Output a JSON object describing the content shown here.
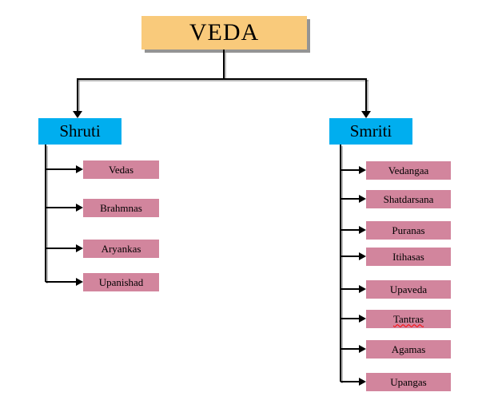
{
  "diagram": {
    "type": "tree",
    "title": "VEDA classification chart"
  },
  "colors": {
    "background": "#FFFFFF",
    "root-fill": "#F9CA7B",
    "branch-fill": "#00AEEF",
    "leaf-fill": "#D2859D",
    "line": "#000000",
    "shadow": "#949494",
    "text": "#000000",
    "spellcheck-underline": "#FF0000"
  },
  "root": {
    "label": "VEDA"
  },
  "branches": [
    {
      "label": "Shruti",
      "children": [
        {
          "label": "Vedas"
        },
        {
          "label": "Brahmnas"
        },
        {
          "label": "Aryankas"
        },
        {
          "label": "Upanishad"
        }
      ]
    },
    {
      "label": "Smriti",
      "children": [
        {
          "label": "Vedangaa"
        },
        {
          "label": "Shatdarsana"
        },
        {
          "label": "Puranas"
        },
        {
          "label": "Itihasas"
        },
        {
          "label": "Upaveda"
        },
        {
          "label": "Tantras"
        },
        {
          "label": "Agamas"
        },
        {
          "label": "Upangas"
        }
      ]
    }
  ]
}
